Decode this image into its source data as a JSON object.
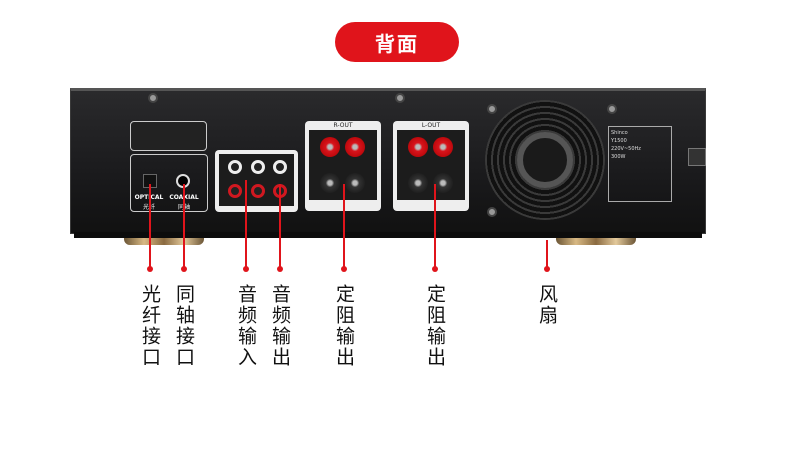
{
  "header": {
    "title": "背面"
  },
  "panel": {
    "optical": "OPTICAL",
    "optical_cn": "光纤",
    "coaxial": "COAXIAL",
    "coaxial_cn": "同轴",
    "r_out": "R-OUT",
    "l_out": "L-OUT",
    "sticker": {
      "brand": "Shinco",
      "model": "Y1500",
      "voltage": "220V~50Hz",
      "power": "300W"
    }
  },
  "callouts": [
    {
      "label": "光纤接口"
    },
    {
      "label": "同轴接口"
    },
    {
      "label": "音频输入"
    },
    {
      "label": "音频输出"
    },
    {
      "label": "定阻输出"
    },
    {
      "label": "定阻输出"
    },
    {
      "label": "风扇"
    }
  ],
  "colors": {
    "accent": "#e0141b",
    "chassis": "#1f1f21"
  }
}
